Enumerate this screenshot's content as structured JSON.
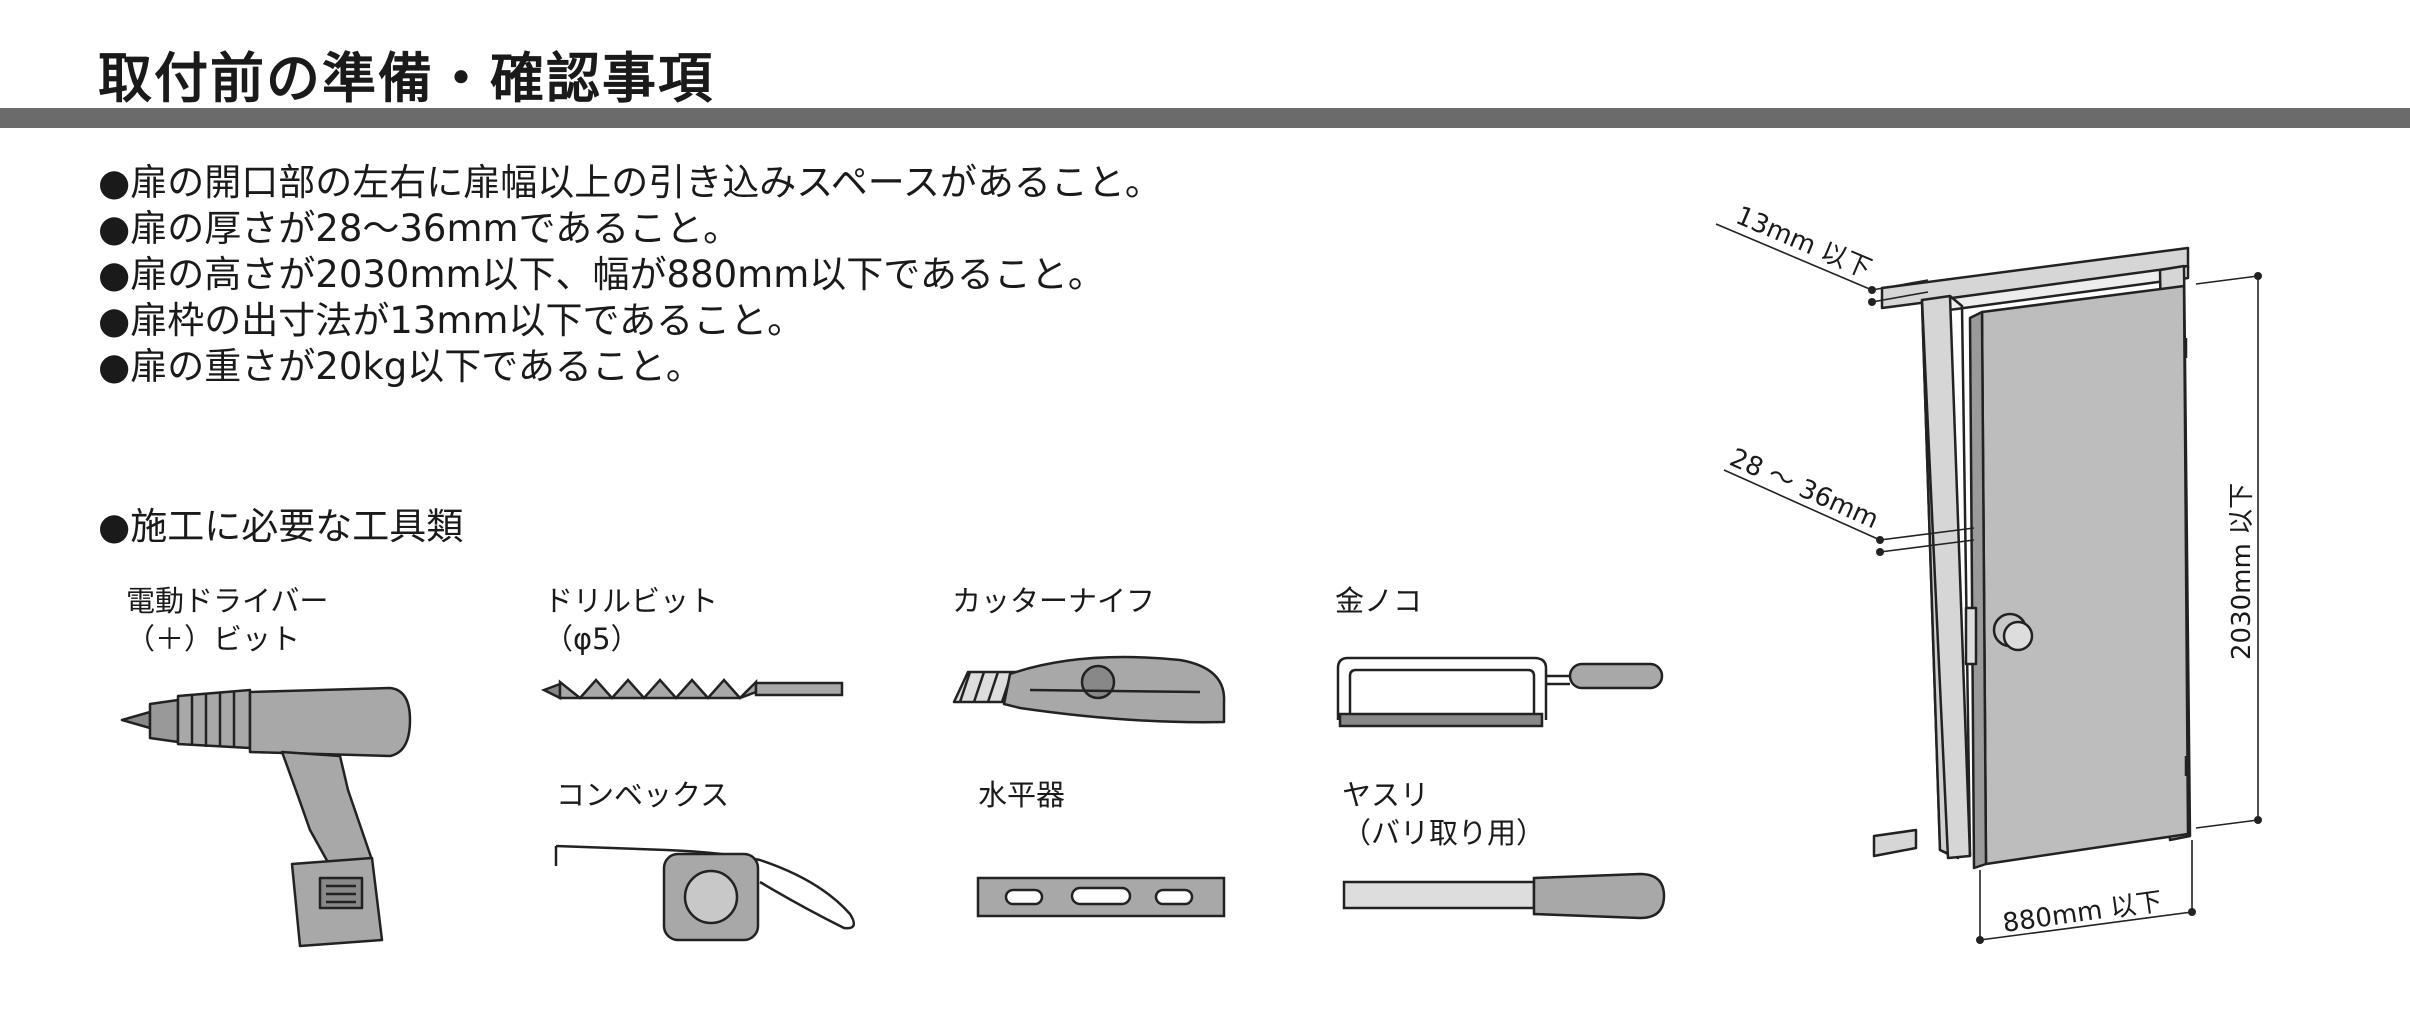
{
  "page": {
    "title": "取付前の準備・確認事項",
    "requirements": [
      "●扉の開口部の左右に扉幅以上の引き込みスペースがあること。",
      "●扉の厚さが28〜36mmであること。",
      "●扉の高さが2030mm以下、幅が880mm以下であること。",
      "●扉枠の出寸法が13mm以下であること。",
      "●扉の重さが20kg以下であること。"
    ],
    "tools_heading": "●施工に必要な工具類"
  },
  "tools": [
    {
      "line1": "電動ドライバー",
      "line2": "（＋）ビット",
      "icon": "power-drill-icon"
    },
    {
      "line1": "ドリルビット",
      "line2": "（φ5）",
      "icon": "drill-bit-icon"
    },
    {
      "line1": "カッターナイフ",
      "line2": "",
      "icon": "utility-knife-icon"
    },
    {
      "line1": "金ノコ",
      "line2": "",
      "icon": "hacksaw-icon"
    },
    {
      "line1": "コンベックス",
      "line2": "",
      "icon": "tape-measure-icon"
    },
    {
      "line1": "水平器",
      "line2": "",
      "icon": "spirit-level-icon"
    },
    {
      "line1": "ヤスリ",
      "line2": "（バリ取り用）",
      "icon": "file-rasp-icon"
    }
  ],
  "door_diagram": {
    "frame_depth_label": "13mm 以下",
    "thickness_label": "28 ～ 36mm",
    "height_label": "2030mm 以下",
    "width_label": "880mm 以下"
  },
  "colors": {
    "rule": "#6b6b6b",
    "tool_fill": "#a8a8a8",
    "door_fill": "#bdbdbd",
    "text": "#1a1a1a"
  }
}
